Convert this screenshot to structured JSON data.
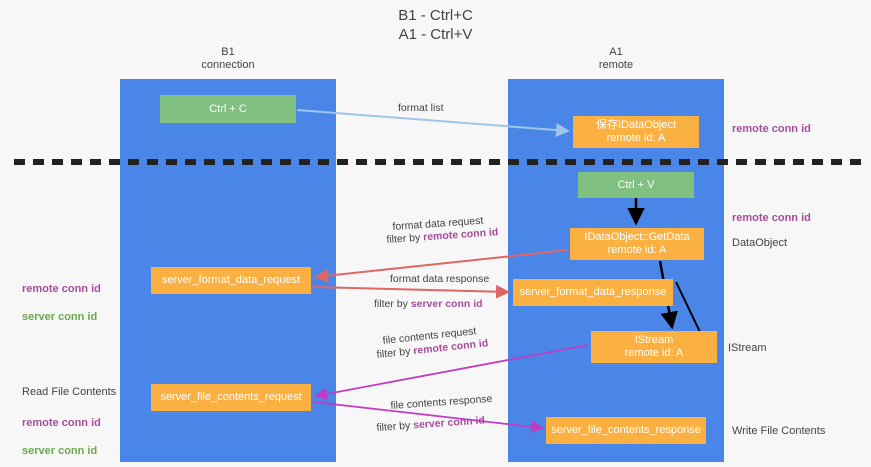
{
  "diagram": {
    "title": "B1 - Ctrl+C\nA1 - Ctrl+V",
    "lanes": [
      {
        "id": "b1",
        "label": "B1\nconnection"
      },
      {
        "id": "a1",
        "label": "A1\nremote"
      }
    ],
    "nodes": {
      "ctrl_c": "Ctrl + C",
      "idataobject": "保存IDataObject\nremote id: A",
      "ctrl_v": "Ctrl + V",
      "getdata": "IDataObject::GetData\nremote id: A",
      "server_format_data_request": "server_format_data_request",
      "server_format_data_response": "server_format_data_response",
      "istream": "IStream\nremote id: A",
      "server_file_contents_request": "server_file_contents_request",
      "server_file_contents_response": "server_file_contents_response"
    },
    "annotations": {
      "remote_conn_id_top": "remote conn id",
      "remote_conn_id_mid": "remote conn id",
      "dataobject": "DataObject",
      "istream": "IStream",
      "write_file_contents": "Write File Contents",
      "read_file_contents": "Read File Contents",
      "left_ids_mid": "remote conn id\nserver conn id",
      "left_ids_low": "remote conn id\nserver conn id"
    },
    "edge_labels": {
      "format_list": "format list",
      "format_data_request": "format data request",
      "filter_by_remote_conn_id_1": {
        "prefix": "filter by ",
        "highlight": "remote conn id"
      },
      "format_data_response": "format data response",
      "filter_by_server_conn_id_1": {
        "prefix": "filter by ",
        "highlight": "server conn id"
      },
      "file_contents_request": "file contents request",
      "filter_by_remote_conn_id_2": {
        "prefix": "filter by ",
        "highlight": "remote conn id"
      },
      "file_contents_response": "file contents response",
      "filter_by_server_conn_id_2": {
        "prefix": "filter by ",
        "highlight": "server conn id"
      }
    },
    "colors": {
      "lane": "#4a86e8",
      "green_node": "#80c080",
      "orange_node": "#fbb042",
      "purple_text": "#a64d9e",
      "green_text": "#6aa84f",
      "dark_text": "#434343",
      "divider": "#222222",
      "arrow_blue": "#9fc5e8",
      "arrow_red": "#e06666",
      "arrow_magenta": "#c23bc2",
      "arrow_black": "#000000"
    }
  }
}
